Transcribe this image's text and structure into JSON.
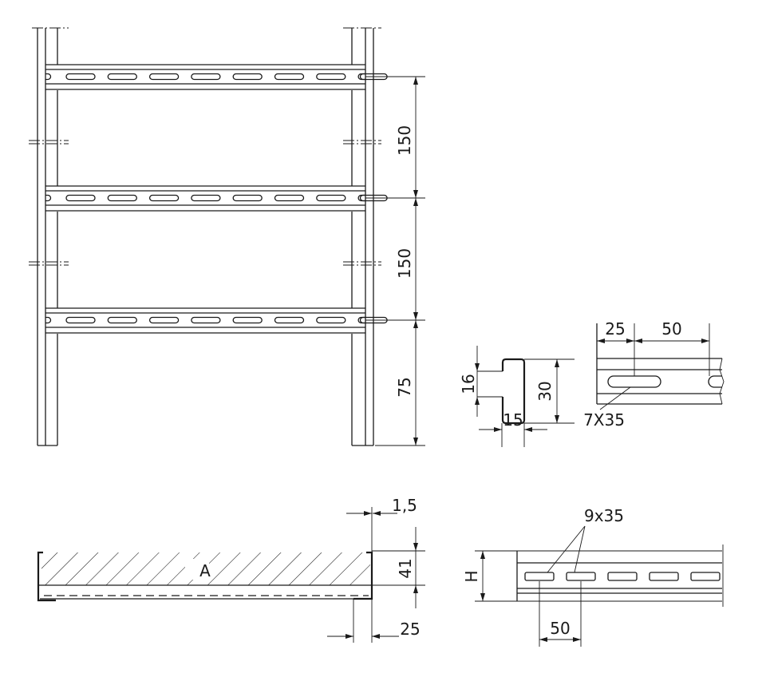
{
  "top_view": {
    "dim_spacing_1": "150",
    "dim_spacing_2": "150",
    "dim_end": "75"
  },
  "profile": {
    "dim_slot_height": "16",
    "dim_height": "30",
    "dim_width": "15"
  },
  "rung_detail": {
    "dim_offset": "25",
    "dim_pitch": "50",
    "slot_label": "7X35"
  },
  "section": {
    "dim_thickness": "1,5",
    "dim_height": "41",
    "dim_flange": "25",
    "area_label": "A"
  },
  "side_rail": {
    "dim_height": "H",
    "dim_pitch": "50",
    "slot_label": "9x35"
  }
}
